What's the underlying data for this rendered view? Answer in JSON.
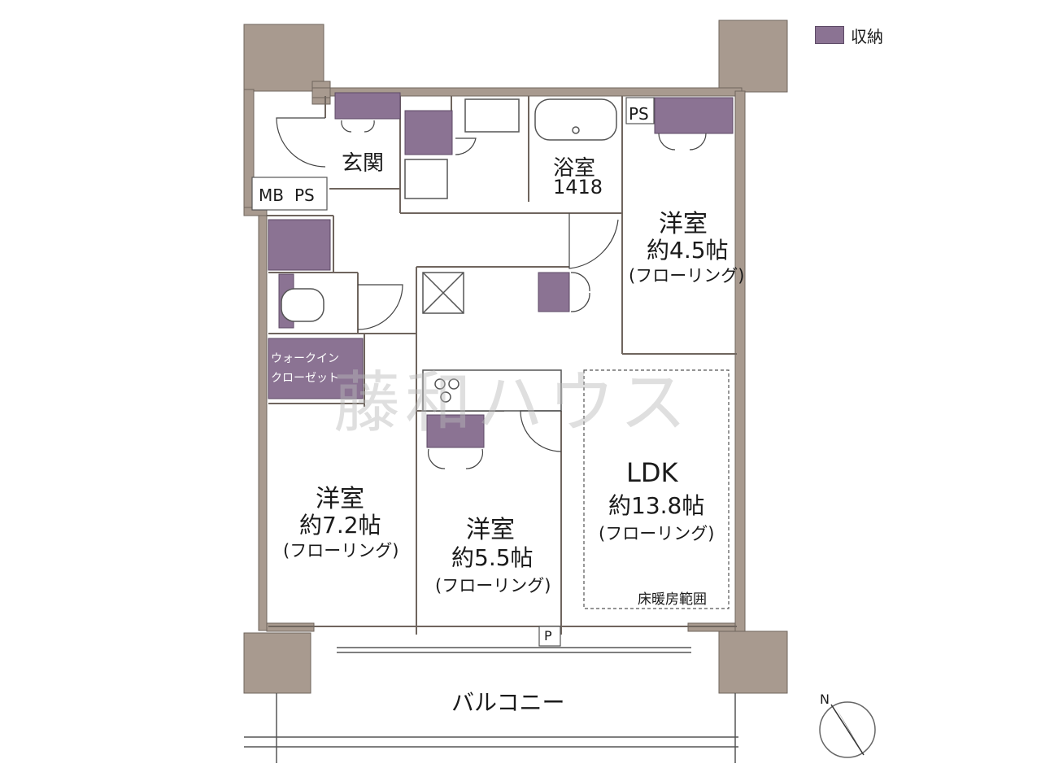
{
  "legend": {
    "label": "収納",
    "color": "#8b7393"
  },
  "rooms": {
    "entrance": {
      "name": "玄関"
    },
    "bath": {
      "name": "浴室",
      "size": "1418"
    },
    "meter": {
      "mb": "MB",
      "ps": "PS"
    },
    "ps_top": "PS",
    "bedroom1": {
      "name": "洋室",
      "size": "約4.5帖",
      "floor": "(フローリング)"
    },
    "closet": {
      "line1": "ウォークイン",
      "line2": "クローゼット"
    },
    "bedroom2": {
      "name": "洋室",
      "size": "約7.2帖",
      "floor": "(フローリング)"
    },
    "bedroom3": {
      "name": "洋室",
      "size": "約5.5帖",
      "floor": "(フローリング)"
    },
    "ldk": {
      "name": "LDK",
      "size": "約13.8帖",
      "floor": "(フローリング)",
      "heating": "床暖房範囲"
    },
    "pipe": "P",
    "balcony": "バルコニー"
  },
  "compass": {
    "label": "N"
  },
  "watermark": "藤和ハウス",
  "colors": {
    "wall": "#a89a8f",
    "wall_stroke": "#6f655e",
    "storage": "#8b7393"
  }
}
